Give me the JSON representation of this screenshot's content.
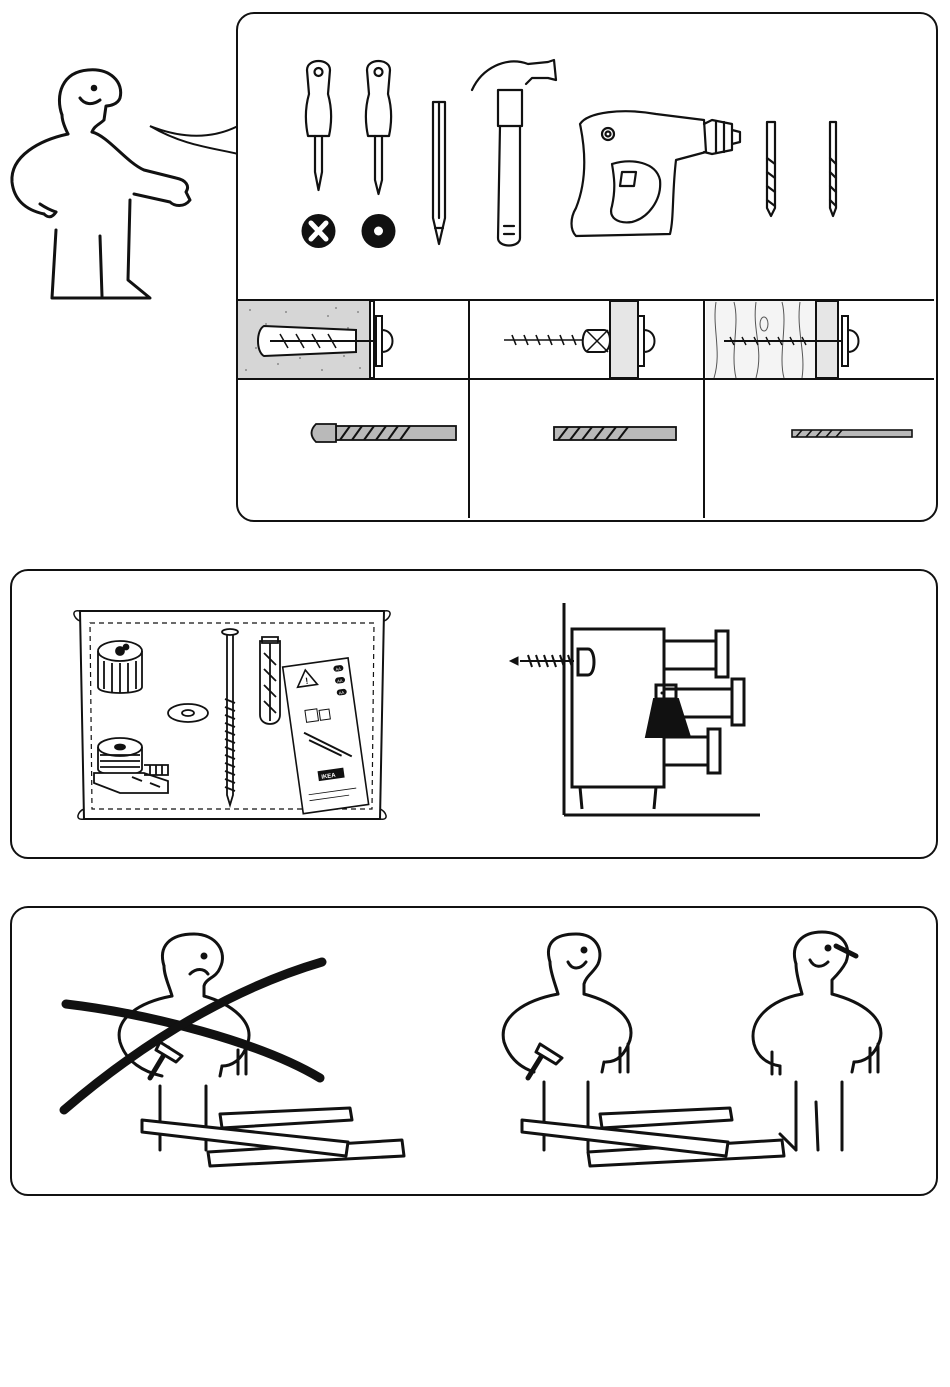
{
  "document": {
    "type": "assembly-instructions",
    "pages_shown": 1
  },
  "tools_panel": {
    "tools": [
      {
        "icon": "phillips-screwdriver-icon",
        "marker": "cross-circle-icon"
      },
      {
        "icon": "flat-screwdriver-icon",
        "marker": "dot-circle-icon"
      },
      {
        "icon": "pencil-icon"
      },
      {
        "icon": "hammer-icon"
      },
      {
        "icon": "drill-icon"
      },
      {
        "icon": "drill-bit-icon"
      },
      {
        "icon": "drill-bit-icon"
      }
    ],
    "wall_types": [
      {
        "icon": "concrete-wall-plug-icon",
        "bit": "masonry-bit-icon"
      },
      {
        "icon": "plasterboard-toggle-icon",
        "bit": "masonry-bit-icon"
      },
      {
        "icon": "wood-wall-screw-icon",
        "bit": "wood-bit-icon"
      }
    ]
  },
  "parts_panel": {
    "warning_symbol": "!",
    "leaflet_codes": [
      "AA",
      "AA",
      "AA"
    ],
    "leaflet_brand": "IKEA"
  },
  "help_panel": {
    "scenes": [
      {
        "icon": "alone-crossed-icon",
        "meaning": "forbidden"
      },
      {
        "icon": "two-people-icon",
        "meaning": "recommended"
      }
    ]
  },
  "colors": {
    "ink": "#111111",
    "paper": "#ffffff",
    "gray": "#b9b9b9",
    "concrete": "#d6d6d6"
  }
}
